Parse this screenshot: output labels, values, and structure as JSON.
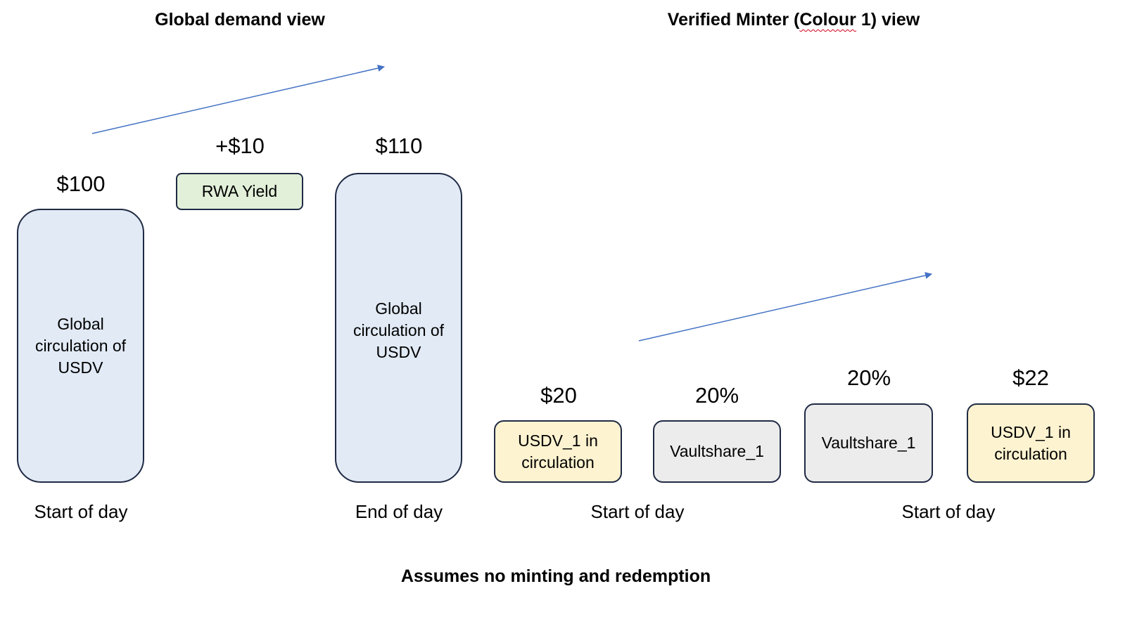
{
  "headings": {
    "global": "Global demand view",
    "minter_prefix": "Verified Minter (",
    "minter_squiggle": "Colour",
    "minter_suffix": " 1) view",
    "footer": "Assumes no minting and redemption"
  },
  "global_view": {
    "start_value": "$100",
    "start_box": "Global circulation of USDV",
    "start_caption": "Start of day",
    "yield_value": "+$10",
    "yield_box": "RWA Yield",
    "end_value": "$110",
    "end_box": "Global circulation of USDV",
    "end_caption": "End of day"
  },
  "minter_view": {
    "usdv_start_value": "$20",
    "usdv_start_box": "USDV_1 in circulation",
    "share_start_value": "20%",
    "share_start_box": "Vaultshare_1",
    "left_caption": "Start of day",
    "share_end_value": "20%",
    "share_end_box": "Vaultshare_1",
    "usdv_end_value": "$22",
    "usdv_end_box": "USDV_1 in circulation",
    "right_caption": "Start of day"
  },
  "colors": {
    "arrow": "#4472c4",
    "box_border": "#1f2a44",
    "blue_fill": "#e1eaf5",
    "green_fill": "#e2f0d9",
    "yellow_fill": "#fef3d0",
    "grey_fill": "#ececec",
    "spellcheck_underline": "#d0021b"
  },
  "icons": {
    "arrow_global": "arrow-up-right-icon",
    "arrow_minter": "arrow-up-right-icon"
  }
}
